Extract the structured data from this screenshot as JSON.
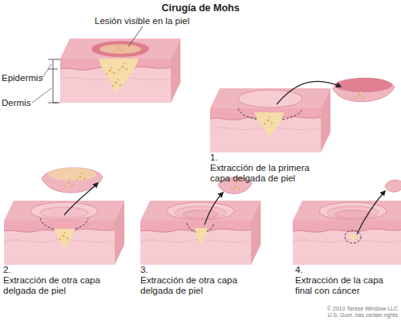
{
  "diagram": {
    "title": "Cirugía de Mohs",
    "labels": [
      "Lesión visible en la piel",
      "Epidermis",
      "Dermis",
      "1.",
      "Extracción de la primera capa delgada de piel",
      "2.",
      "Extracción de otra capa delgada de piel",
      "3.",
      "Extracción de otra capa delgada de piel",
      "4.",
      "Extracción de la capa final con cáncer",
      "© 2010 Terese Winslow LLC",
      "U.S. Govt. has certain rights"
    ]
  }
}
